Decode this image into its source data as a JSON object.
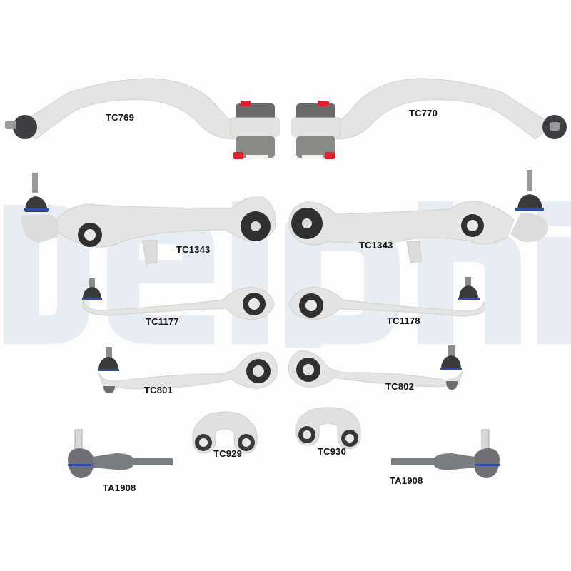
{
  "brand": {
    "watermark_text": "Delphi",
    "watermark_color": "#e8ecf3"
  },
  "colors": {
    "aluminium": "#e4e4e2",
    "aluminium_shade": "#cfcfcc",
    "rubber": "#3a3a3c",
    "bushing_grey": "#6c6c6a",
    "accent_red": "#e0202e",
    "seal_blue": "#2b4fa8",
    "steel": "#7a7d80"
  },
  "parts": [
    {
      "code": "TC769",
      "type": "curved-control-arm",
      "side": "left"
    },
    {
      "code": "TC770",
      "type": "curved-control-arm",
      "side": "right"
    },
    {
      "code": "TC1343",
      "type": "lower-control-arm",
      "side": "left"
    },
    {
      "code": "TC1343",
      "type": "lower-control-arm",
      "side": "right"
    },
    {
      "code": "TC1177",
      "type": "track-control-arm",
      "side": "left"
    },
    {
      "code": "TC1178",
      "type": "track-control-arm",
      "side": "right"
    },
    {
      "code": "TC801",
      "type": "upper-control-arm",
      "side": "left"
    },
    {
      "code": "TC802",
      "type": "upper-control-arm",
      "side": "right"
    },
    {
      "code": "TC929",
      "type": "stabiliser-link",
      "side": "left"
    },
    {
      "code": "TC930",
      "type": "stabiliser-link",
      "side": "right"
    },
    {
      "code": "TA1908",
      "type": "tie-rod-end",
      "side": "left"
    },
    {
      "code": "TA1908",
      "type": "tie-rod-end",
      "side": "right"
    }
  ]
}
